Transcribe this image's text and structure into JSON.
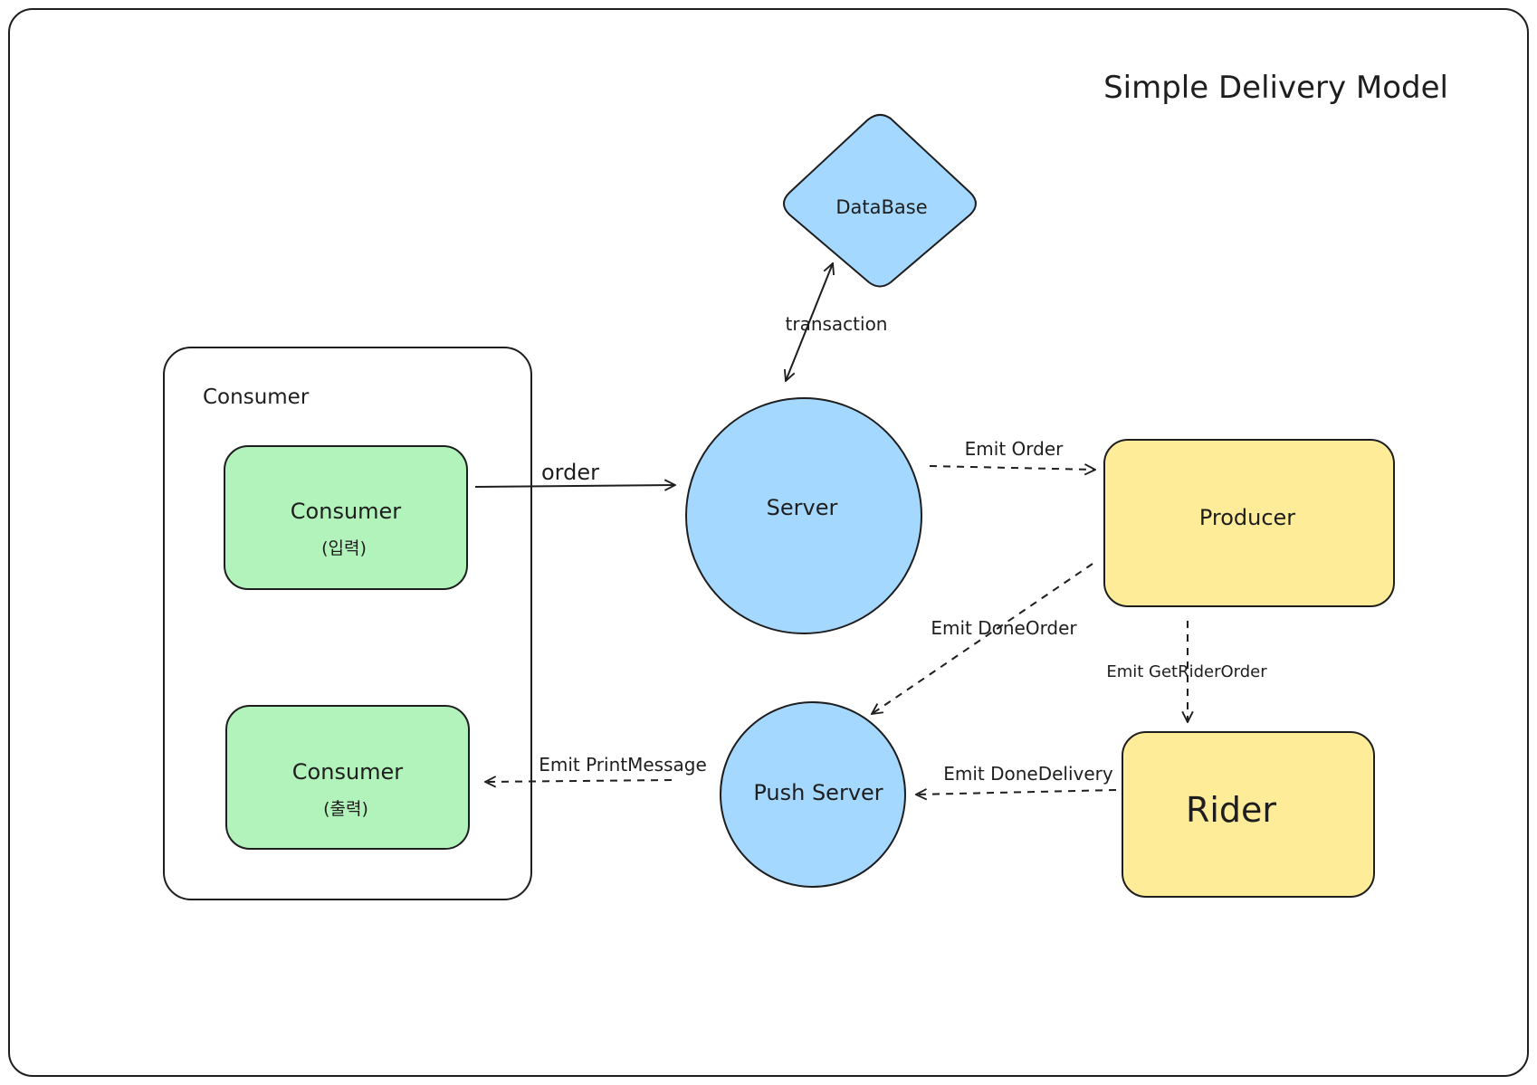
{
  "title": "Simple Delivery Model",
  "colors": {
    "blue": "#a5d8ff",
    "green": "#b2f2bb",
    "yellow": "#ffec99",
    "stroke": "#1e1e1e",
    "background": "#ffffff"
  },
  "group": {
    "label": "Consumer"
  },
  "nodes": {
    "consumer_input": {
      "label": "Consumer",
      "sub": "(입력)"
    },
    "consumer_output": {
      "label": "Consumer",
      "sub": "(출력)"
    },
    "server": {
      "label": "Server"
    },
    "database": {
      "label": "DataBase"
    },
    "producer": {
      "label": "Producer"
    },
    "push_server": {
      "label": "Push Server"
    },
    "rider": {
      "label": "Rider"
    }
  },
  "edges": {
    "order": {
      "label": "order"
    },
    "transaction": {
      "label": "transaction"
    },
    "emit_order": {
      "label": "Emit Order"
    },
    "emit_done_order": {
      "label": "Emit DoneOrder"
    },
    "emit_get_rider_order": {
      "label": "Emit GetRiderOrder"
    },
    "emit_done_delivery": {
      "label": "Emit DoneDelivery"
    },
    "emit_print_message": {
      "label": "Emit PrintMessage"
    }
  }
}
